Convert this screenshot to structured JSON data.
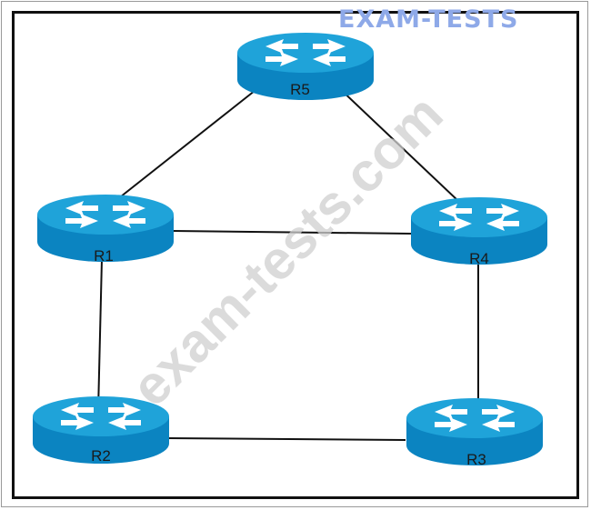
{
  "brand": {
    "logo_text": "EXAM-TESTS",
    "watermark_text": "exam-tests.com"
  },
  "routers": [
    {
      "id": "R5",
      "label": "R5"
    },
    {
      "id": "R1",
      "label": "R1"
    },
    {
      "id": "R4",
      "label": "R4"
    },
    {
      "id": "R2",
      "label": "R2"
    },
    {
      "id": "R3",
      "label": "R3"
    }
  ],
  "links": [
    {
      "from": "R5",
      "to": "R1"
    },
    {
      "from": "R5",
      "to": "R4"
    },
    {
      "from": "R1",
      "to": "R4"
    },
    {
      "from": "R1",
      "to": "R2"
    },
    {
      "from": "R4",
      "to": "R3"
    },
    {
      "from": "R2",
      "to": "R3"
    }
  ],
  "colors": {
    "router_top": "#1fa3d9",
    "router_side": "#0b84c1",
    "router_arrows": "#ffffff",
    "link": "#111111",
    "frame": "#111111"
  }
}
